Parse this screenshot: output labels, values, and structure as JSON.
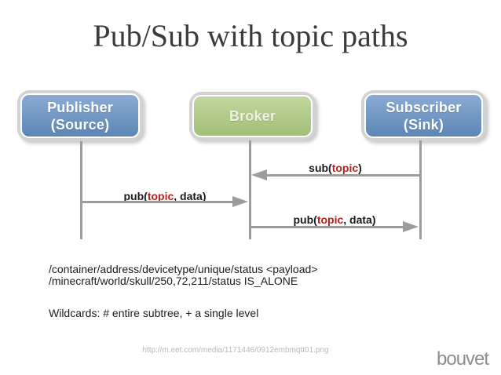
{
  "slide": {
    "title": "Pub/Sub with topic paths",
    "source_url": "http://m.eet.com/media/1171446/0912embmqtt01.png",
    "logo_text": "bouvet"
  },
  "diagram": {
    "nodes": {
      "publisher": {
        "line1": "Publisher",
        "line2": "(Source)"
      },
      "broker": {
        "line1": "Broker"
      },
      "subscriber": {
        "line1": "Subscriber",
        "line2": "(Sink)"
      }
    },
    "messages": [
      {
        "id": "sub",
        "pre": "sub(",
        "topic": "topic",
        "post": ")",
        "from": "subscriber",
        "to": "broker"
      },
      {
        "id": "pub-in",
        "pre": "pub(",
        "topic": "topic",
        "post": ", data)",
        "from": "publisher",
        "to": "broker"
      },
      {
        "id": "pub-out",
        "pre": "pub(",
        "topic": "topic",
        "post": ", data)",
        "from": "broker",
        "to": "subscriber"
      }
    ],
    "colors": {
      "node-blue-top": "#8aabd3",
      "node-blue-bottom": "#5c86b6",
      "node-green-top": "#c1d69c",
      "node-green-bottom": "#a3bf78",
      "frame-gray": "#d2d2d2",
      "line-gray": "#9c9c9c",
      "topic-red": "#b3231d",
      "title-color": "#3b3b3b"
    }
  },
  "notes": {
    "topic_example_1": "/container/address/devicetype/unique/status <payload>",
    "topic_example_2": "/minecraft/world/skull/250,72,211/status IS_ALONE",
    "wildcards": "Wildcards: # entire subtree, + a single level"
  }
}
